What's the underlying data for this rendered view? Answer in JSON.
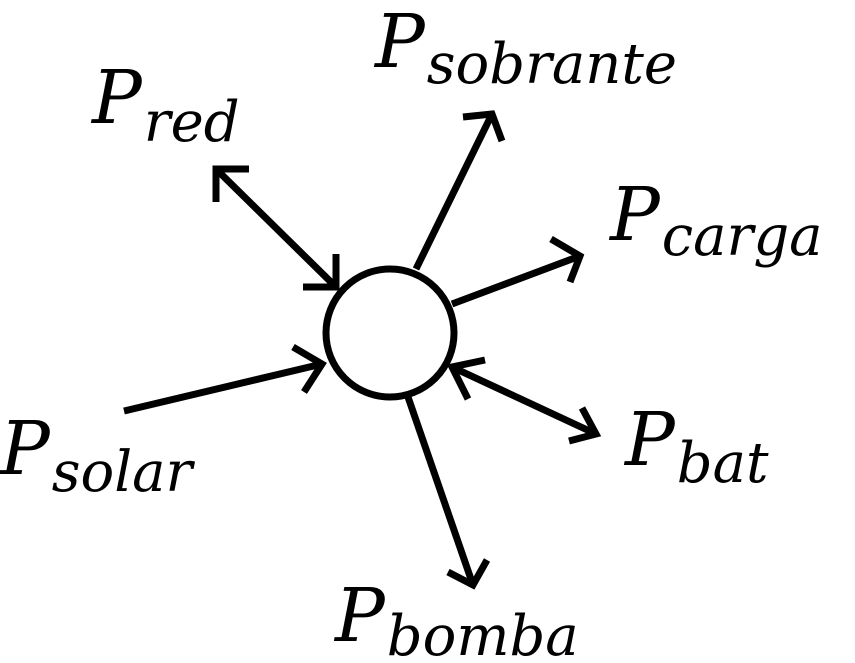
{
  "diagram": {
    "node": "power-balance-node",
    "flows": [
      {
        "id": "red",
        "symbol": "P",
        "subscript": "red",
        "direction": "bidirectional"
      },
      {
        "id": "sobrante",
        "symbol": "P",
        "subscript": "sobrante",
        "direction": "out"
      },
      {
        "id": "carga",
        "symbol": "P",
        "subscript": "carga",
        "direction": "out"
      },
      {
        "id": "bat",
        "symbol": "P",
        "subscript": "bat",
        "direction": "bidirectional"
      },
      {
        "id": "bomba",
        "symbol": "P",
        "subscript": "bomba",
        "direction": "out"
      },
      {
        "id": "solar",
        "symbol": "P",
        "subscript": "solar",
        "direction": "in"
      }
    ]
  }
}
